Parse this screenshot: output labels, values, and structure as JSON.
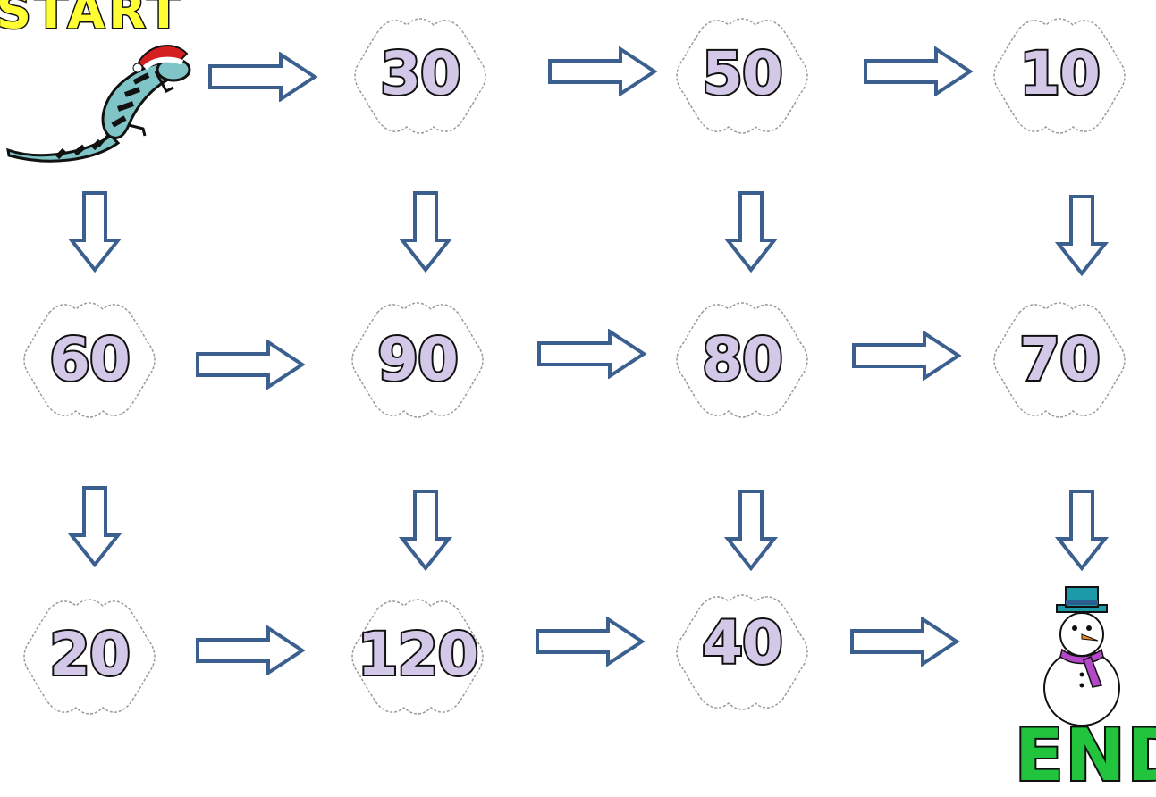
{
  "start_label": "START",
  "end_label": "END",
  "colors": {
    "arrow_stroke": "#3b5f8f",
    "number_fill": "#d4c8e8",
    "start_fill": "#ffff33",
    "end_fill": "#22c33d"
  },
  "maze": {
    "row1": [
      "30",
      "50",
      "10"
    ],
    "row2": [
      "60",
      "90",
      "80",
      "70"
    ],
    "row3": [
      "20",
      "120",
      "40"
    ]
  },
  "images": [
    "lizard-with-santa-hat",
    "snowman"
  ]
}
